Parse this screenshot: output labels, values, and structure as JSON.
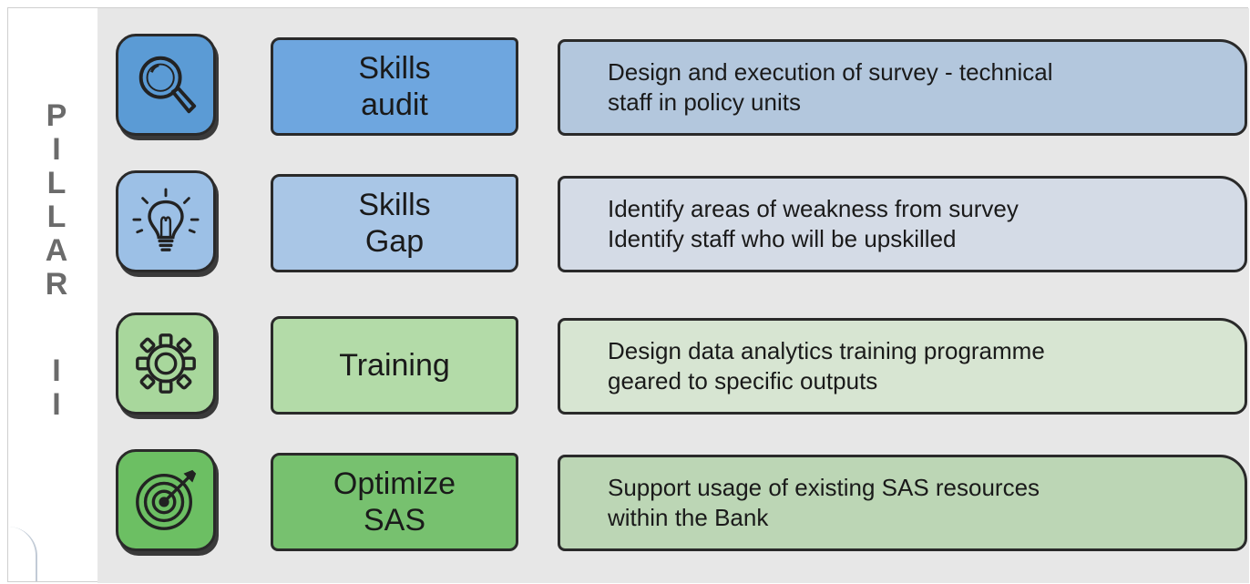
{
  "pillar_letters": [
    "P",
    "I",
    "L",
    "L",
    "A",
    "R",
    "",
    "I",
    "I"
  ],
  "rows": [
    {
      "icon": "magnifier-icon",
      "label": "Skills\naudit",
      "description": "Design and execution of survey - technical\nstaff in policy units",
      "colors": {
        "tile": "#5b9bd5",
        "label_bg": "#6ea6df",
        "desc_bg": "#b3c7dd"
      }
    },
    {
      "icon": "lightbulb-icon",
      "label": "Skills\nGap",
      "description": "Identify areas of weakness from survey\nIdentify staff who will be upskilled",
      "colors": {
        "tile": "#9cc0e6",
        "label_bg": "#a9c6e6",
        "desc_bg": "#d4dbe6"
      }
    },
    {
      "icon": "gear-icon",
      "label": "Training",
      "description": "Design data analytics training programme\ngeared to specific outputs",
      "colors": {
        "tile": "#a8d79c",
        "label_bg": "#b3dba8",
        "desc_bg": "#d7e5d2"
      }
    },
    {
      "icon": "target-icon",
      "label": "Optimize\nSAS",
      "description": "Support usage of existing SAS resources\nwithin the Bank",
      "colors": {
        "tile": "#6cbf63",
        "label_bg": "#77c16f",
        "desc_bg": "#bcd6b5"
      }
    }
  ]
}
